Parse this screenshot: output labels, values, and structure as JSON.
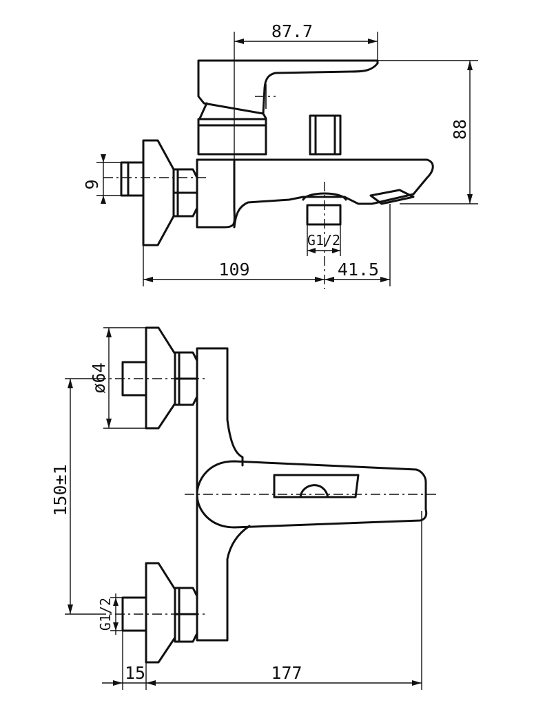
{
  "dimensions": {
    "top_width": "87.7",
    "height": "88",
    "pipe": "9",
    "thread_top": "G1/2",
    "depth": "109",
    "spout_offset": "41.5",
    "flange_diameter": "ø64",
    "center_distance": "150±1",
    "thread_bottom": "G1/2",
    "connector": "15",
    "total_length": "177"
  }
}
